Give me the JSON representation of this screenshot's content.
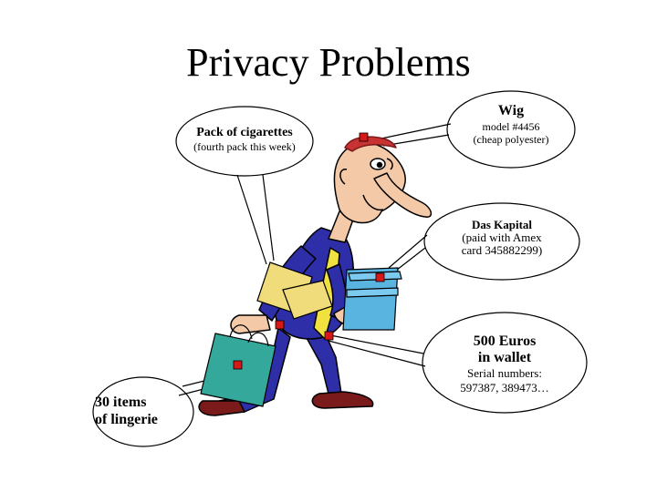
{
  "slide": {
    "title": "Privacy Problems"
  },
  "bubbles": {
    "cigarettes": {
      "heading": "Pack of cigarettes",
      "detail": "(fourth pack this week)"
    },
    "wig": {
      "heading": "Wig",
      "line1": "model #4456",
      "line2": "(cheap polyester)"
    },
    "book": {
      "heading": "Das Kapital",
      "line1": "(paid with Amex",
      "line2": "card 345882299)"
    },
    "wallet": {
      "heading1": "500 Euros",
      "heading2": "in wallet",
      "line1": "Serial numbers:",
      "line2": "597387, 389473…"
    },
    "lingerie": {
      "heading1": "30 items",
      "heading2": "of lingerie"
    }
  },
  "colors": {
    "suit": "#2e2ea8",
    "suit_dark": "#1b1b78",
    "skin": "#f4c9a8",
    "rfid_tag": "#d81818",
    "book": "#5ab4e0",
    "bag": "#34a89a",
    "package": "#f0dc7a",
    "hair": "#c83232"
  }
}
